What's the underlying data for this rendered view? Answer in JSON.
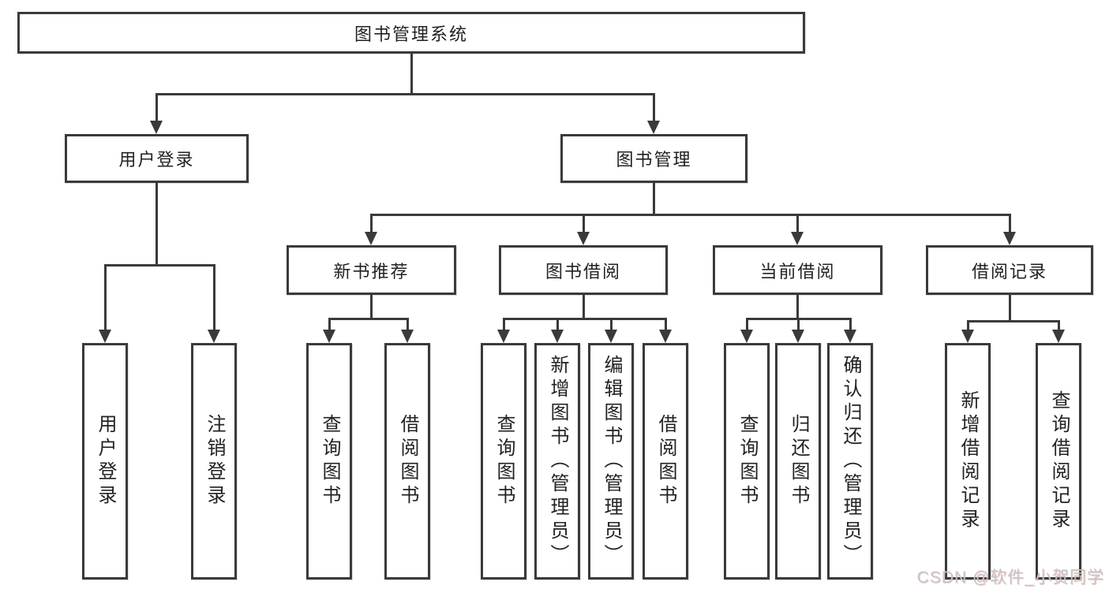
{
  "tree": {
    "root": {
      "label": "图书管理系统",
      "children": [
        {
          "label": "用户登录",
          "children": [
            {
              "label": "用户登录"
            },
            {
              "label": "注销登录"
            }
          ]
        },
        {
          "label": "图书管理",
          "children": [
            {
              "label": "新书推荐",
              "children": [
                {
                  "label": "查询图书"
                },
                {
                  "label": "借阅图书"
                }
              ]
            },
            {
              "label": "图书借阅",
              "children": [
                {
                  "label": "查询图书"
                },
                {
                  "label": "新增图书（管理员）"
                },
                {
                  "label": "编辑图书（管理员）"
                },
                {
                  "label": "借阅图书"
                }
              ]
            },
            {
              "label": "当前借阅",
              "children": [
                {
                  "label": "查询图书"
                },
                {
                  "label": "归还图书"
                },
                {
                  "label": "确认归还（管理员）"
                }
              ]
            },
            {
              "label": "借阅记录",
              "children": [
                {
                  "label": "新增借阅记录"
                },
                {
                  "label": "查询借阅记录"
                }
              ]
            }
          ]
        }
      ]
    }
  },
  "watermark": {
    "text": "CSDN @软件_小贺同学"
  },
  "colors": {
    "line": "#3a3a3a",
    "box_background": "#ffffff",
    "text": "#222222",
    "watermark": "#c6c6c6"
  }
}
